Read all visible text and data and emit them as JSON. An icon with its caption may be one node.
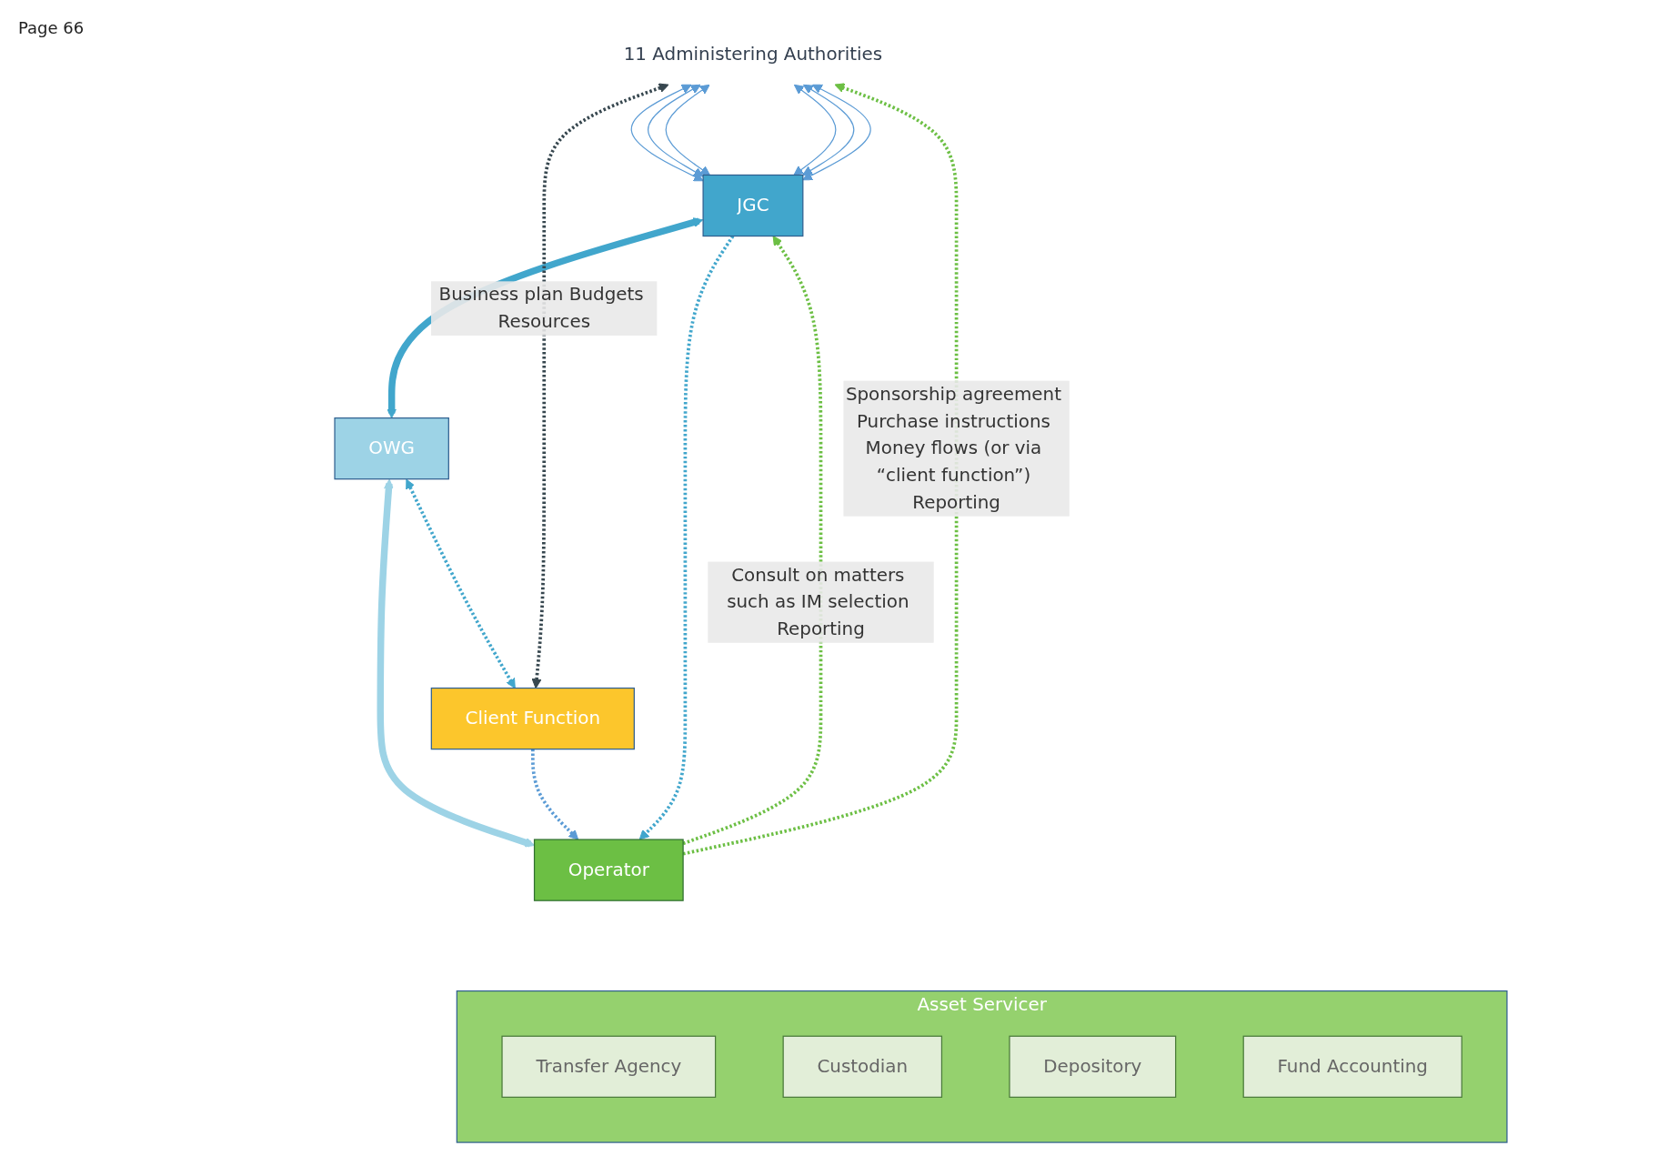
{
  "diagram": {
    "nodes": [
      {
        "text": [
          "11 Administering Authorities"
        ]
      },
      {
        "text": [
          "JGC"
        ]
      },
      {
        "text": [
          "OWG"
        ]
      },
      {
        "text": [
          "Client Function"
        ]
      },
      {
        "text": [
          "Operator"
        ]
      },
      {
        "text": [
          "Asset Servicer"
        ]
      },
      {
        "text": [
          "Transfer Agency"
        ],
        "in": 5
      },
      {
        "text": [
          "Custodian"
        ],
        "in": 5
      },
      {
        "text": [
          "Depository"
        ],
        "in": 5
      },
      {
        "text": [
          "Fund Accounting"
        ],
        "in": 5
      }
    ],
    "edges": [
      {
        "from": 0,
        "to": 1,
        "arrow": "both",
        "color": "#5b9bd5"
      },
      {
        "from": 0,
        "to": 1,
        "arrow": "both",
        "color": "#5b9bd5"
      },
      {
        "from": 0,
        "to": 1,
        "arrow": "both",
        "color": "#5b9bd5"
      },
      {
        "from": 0,
        "to": 1,
        "arrow": "both",
        "color": "#5b9bd5"
      },
      {
        "from": 0,
        "to": 1,
        "arrow": "both",
        "color": "#5b9bd5"
      },
      {
        "from": 0,
        "to": 1,
        "arrow": "both",
        "color": "#5b9bd5"
      },
      {
        "from": 1,
        "to": 2,
        "arrow": "both",
        "style": "thick",
        "color": "#41a6cc"
      },
      {
        "from": 2,
        "to": 4,
        "arrow": "both",
        "style": "thick",
        "color": "#9dd3e6"
      },
      {
        "from": 2,
        "to": 3,
        "arrow": "both",
        "style": "dashed",
        "color": "#41a6cc"
      },
      {
        "from": 3,
        "to": 4,
        "arrow": "to",
        "style": "dashed",
        "color": "#5b9bd5"
      },
      {
        "from": 1,
        "to": 4,
        "arrow": "to",
        "style": "dashed",
        "color": "#41a6cc"
      },
      {
        "from": 4,
        "to": 1,
        "arrow": "to",
        "style": "dashed",
        "color": "#6cbf44",
        "label": "Consult on matters such as IM selection Reporting"
      },
      {
        "from": 4,
        "to": 0,
        "arrow": "to",
        "style": "dashed",
        "color": "#6cbf44",
        "label": "Sponsorship agreement Purchase instructions Money flows (or via “client function”) Reporting"
      },
      {
        "from": 0,
        "to": 3,
        "arrow": "both",
        "style": "dashed",
        "color": "#37474f",
        "label": "Business plan Budgets Resources"
      }
    ],
    "labels": [
      "Page 66"
    ]
  }
}
